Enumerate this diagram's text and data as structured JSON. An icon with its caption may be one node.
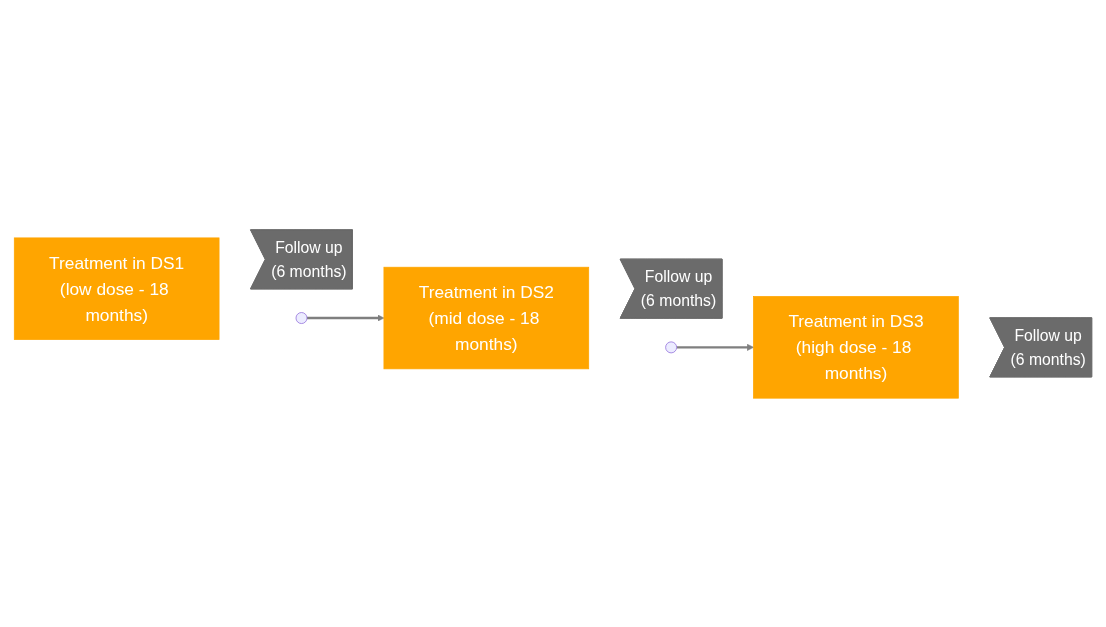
{
  "diagram": {
    "nodes": [
      {
        "text": [
          "Treatment in DS1",
          "(low dose - 18 months)"
        ]
      },
      {
        "text": [
          "Follow up",
          "(6 months)"
        ]
      },
      {
        "text": [],
        "shape": "star"
      },
      {
        "text": [
          "Treatment in DS2",
          "(mid dose - 18 months)"
        ]
      },
      {
        "text": [
          "Follow up",
          "(6 months)"
        ]
      },
      {
        "text": [],
        "shape": "star"
      },
      {
        "text": [
          "Treatment in DS3",
          "(high dose - 18 months)"
        ]
      },
      {
        "text": [
          "Follow up",
          "(6 months)"
        ]
      }
    ],
    "edges": [
      {
        "from": 2,
        "to": 3,
        "arrow": "to"
      },
      {
        "from": 5,
        "to": 6,
        "arrow": "to"
      }
    ]
  }
}
